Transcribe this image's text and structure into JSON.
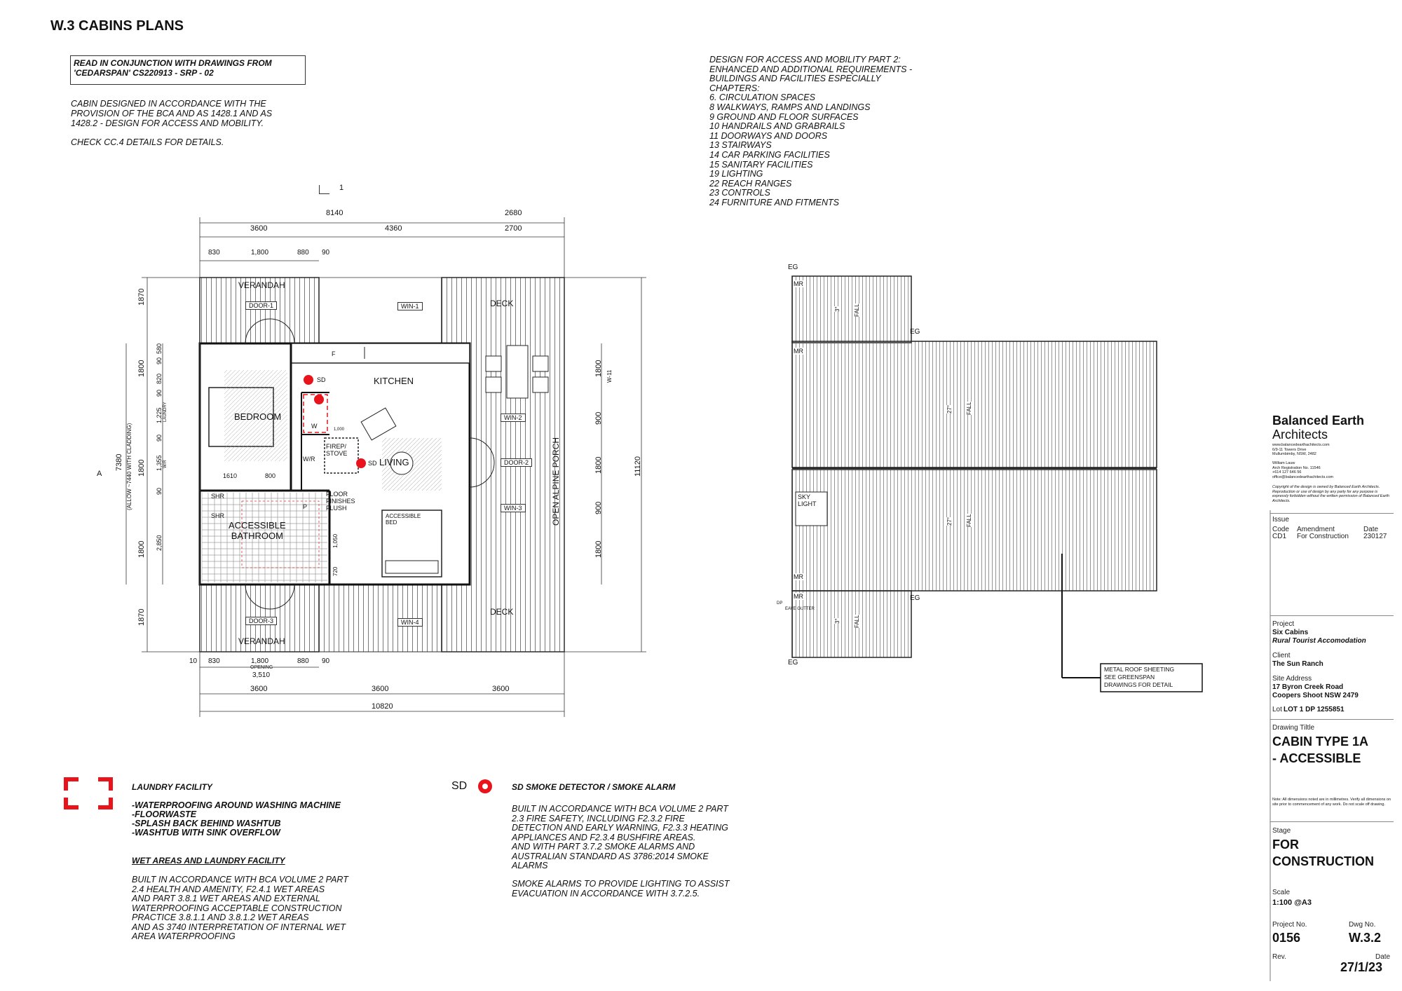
{
  "sheet": {
    "title": "W.3 CABINS PLANS",
    "ref_box": "READ IN CONJUNCTION WITH DRAWINGS FROM\n'CEDARSPAN' CS220913 - SRP - 02",
    "intro_1": "CABIN DESIGNED IN ACCORDANCE WITH THE\nPROVISION OF THE BCA AND AS 1428.1 AND AS\n1428.2 - DESIGN FOR ACCESS AND MOBILITY.",
    "intro_2": "CHECK CC.4 DETAILS FOR DETAILS.",
    "access_notes": "DESIGN FOR ACCESS AND MOBILITY PART 2:\nENHANCED AND ADDITIONAL REQUIREMENTS -\nBUILDINGS AND FACILITIES ESPECIALLY\nCHAPTERS:\n6. CIRCULATION SPACES\n8 WALKWAYS, RAMPS AND LANDINGS\n9 GROUND AND FLOOR SURFACES\n10 HANDRAILS AND GRABRAILS\n11 DOORWAYS AND DOORS\n13 STAIRWAYS\n14 CAR PARKING FACILITIES\n15 SANITARY FACILITIES\n19 LIGHTING\n22 REACH RANGES\n23 CONTROLS\n24 FURNITURE AND FITMENTS"
  },
  "floor_plan": {
    "section_ref": "1",
    "section_a": "A",
    "dims_top": [
      "8140",
      "2680",
      "3600",
      "4360",
      "2700",
      "830",
      "1,800",
      "880",
      "90"
    ],
    "dims_bottom": [
      "10",
      "830",
      "1,800",
      "880",
      "90",
      "OPENING",
      "3,510",
      "3600",
      "3600",
      "3600",
      "10820"
    ],
    "dims_left": [
      "1870",
      "1800",
      "1800",
      "1800",
      "1870",
      "7380",
      "(ALLOW ~7440 WITH CLADDING)",
      "90",
      "580",
      "820",
      "90",
      "1,225",
      "90",
      "1,355",
      "90",
      "2,850"
    ],
    "dims_left_small": [
      "LAUNDRY",
      "W/R"
    ],
    "dims_right": [
      "1800",
      "900",
      "1800",
      "900",
      "1800",
      "11120",
      "W-11"
    ],
    "rooms": [
      "VERANDAH",
      "VERANDAH",
      "DECK",
      "DECK",
      "KITCHEN",
      "BEDROOM",
      "LIVING",
      "ACCESSIBLE\nBATHROOM",
      "OPEN ALPINE PORCH"
    ],
    "tags": [
      "DOOR-1",
      "DOOR-2",
      "DOOR-3",
      "WIN-1",
      "WIN-2",
      "WIN-3",
      "WIN-4",
      "SD",
      "SD",
      "F",
      "W",
      "W/R",
      "SHR",
      "SHR",
      "P"
    ],
    "notes": [
      "FIREP/\nSTOVE",
      "FLOOR\nFINISHES\nFLUSH",
      "ACCESSIBLE\nBED"
    ],
    "inner_dims": [
      "1610",
      "800",
      "1,000",
      "1,050",
      "720"
    ]
  },
  "roof_plan": {
    "edge_labels": [
      "EG",
      "EG",
      "EG",
      "EG"
    ],
    "ridge_labels": [
      "MR",
      "MR",
      "MR",
      "MR"
    ],
    "falls": [
      "3°",
      "FALL",
      "27°",
      "FALL",
      "27°",
      "FALL",
      "3°",
      "FALL"
    ],
    "dp": "DP",
    "eave": "EAVE GUTTER",
    "skylight": "SKY\nLIGHT",
    "callout": "METAL ROOF SHEETING\nSEE GREENSPAN\nDRAWINGS FOR DETAIL"
  },
  "legend": {
    "laundry_title": "LAUNDRY FACILITY",
    "laundry_items": "-WATERPROOFING AROUND WASHING MACHINE\n-FLOORWASTE\n-SPLASH BACK BEHIND WASHTUB\n-WASHTUB WITH SINK OVERFLOW",
    "wet_title": "WET AREAS AND LAUNDRY FACILITY",
    "wet_text": "BUILT IN ACCORDANCE WITH BCA VOLUME 2 PART\n2.4 HEALTH AND AMENITY, F2.4.1 WET AREAS\nAND PART 3.8.1 WET AREAS AND EXTERNAL\nWATERPROOFING  ACCEPTABLE CONSTRUCTION\nPRACTICE 3.8.1.1 AND 3.8.1.2 WET AREAS\nAND AS 3740 INTERPRETATION OF INTERNAL WET\nAREA WATERPROOFING",
    "sd_symbol": "SD",
    "sd_title": "SD SMOKE DETECTOR / SMOKE ALARM",
    "sd_text": "BUILT IN ACCORDANCE WITH BCA VOLUME 2 PART\n2.3 FIRE SAFETY, INCLUDING F2.3.2 FIRE\nDETECTION AND EARLY WARNING, F2.3.3 HEATING\nAPPLIANCES AND F2.3.4 BUSHFIRE AREAS.\nAND WITH PART 3.7.2 SMOKE ALARMS AND\nAUSTRALIAN STANDARD AS 3786:2014 SMOKE\nALARMS",
    "sd_text_2": "SMOKE ALARMS TO PROVIDE LIGHTING TO ASSIST\nEVACUATION  IN ACCORDANCE WITH 3.7.2.5."
  },
  "title_block": {
    "firm_line1": "Balanced Earth",
    "firm_line2": "Architects",
    "address": "www.balancedearthachitects.com\n6/9-11 Towers Drive\nMullumbimby, NSW, 2482",
    "contact": "William Lauw\nArch Registration No. 11546\n+614 127 646 56\noffice@balancedearthachitects.com",
    "copyright": "Copyright of the design is owned by Balanced Earth Architects. Reproduction or use of design by any party for any purpose is expressly forbidden without the written permission of Balanced Earth Architects.",
    "issue_label": "Issue",
    "issue_headers": [
      "Code",
      "Amendment",
      "Date"
    ],
    "issue_row": [
      "CD1",
      "For Construction",
      "230127"
    ],
    "project_label": "Project",
    "project_name": "Six Cabins",
    "project_sub": "Rural Tourist Accomodation",
    "client_label": "Client",
    "client_name": "The Sun Ranch",
    "site_label": "Site Address",
    "site_line1": "17 Byron Creek Road",
    "site_line2": "Coopers Shoot NSW 2479",
    "lot_label": "Lot",
    "lot_value": "LOT 1 DP 1255851",
    "drawing_title_label": "Drawing Tiltle",
    "drawing_title": "CABIN TYPE 1A\n- ACCESSIBLE",
    "dim_note": "Note: All dimensions noted are in millimetres. Verify all dimensions on site prior to commencement of any work. Do not scale off drawing.",
    "stage_label": "Stage",
    "stage_value": "FOR\nCONSTRUCTION",
    "scale_label": "Scale",
    "scale_value": "1:100 @A3",
    "project_no_label": "Project No.",
    "project_no": "0156",
    "dwg_no_label": "Dwg No.",
    "dwg_no": "W.3.2",
    "rev_label": "Rev.",
    "date_label": "Date",
    "date_value": "27/1/23"
  },
  "colors": {
    "smoke_detector": "#e8131b",
    "laundry_marker": "#e8131b",
    "line": "#222222"
  }
}
